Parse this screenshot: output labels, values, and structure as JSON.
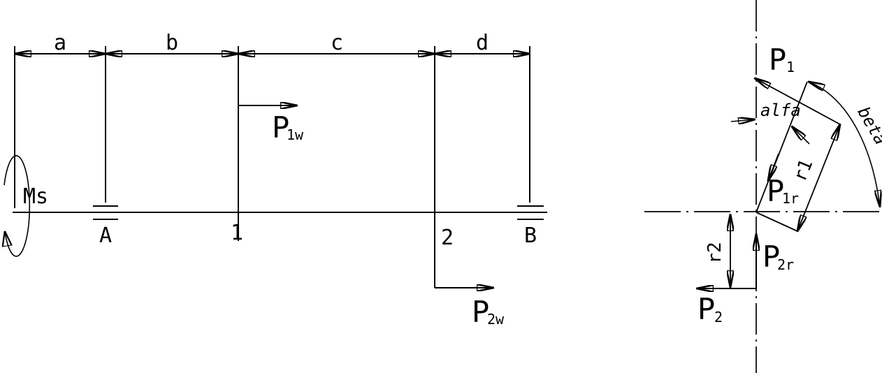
{
  "colors": {
    "ink": "#000000",
    "background": "#ffffff"
  },
  "left_diagram": {
    "dimension_labels": [
      "a",
      "b",
      "c",
      "d"
    ],
    "moment_label": "Ms",
    "support_a": "A",
    "support_b": "B",
    "point_1": "1",
    "point_2": "2",
    "force_p1w": {
      "main": "P",
      "sub": "1w"
    },
    "force_p2w": {
      "main": "P",
      "sub": "2w"
    }
  },
  "right_diagram": {
    "force_p1": {
      "main": "P",
      "sub": "1"
    },
    "force_p1r": {
      "main": "P",
      "sub": "1r"
    },
    "force_p2": {
      "main": "P",
      "sub": "2"
    },
    "force_p2r": {
      "main": "P",
      "sub": "2r"
    },
    "radius_r1": "r1",
    "radius_r2": "r2",
    "angle_alfa": "alfa",
    "angle_beta": "beta"
  }
}
